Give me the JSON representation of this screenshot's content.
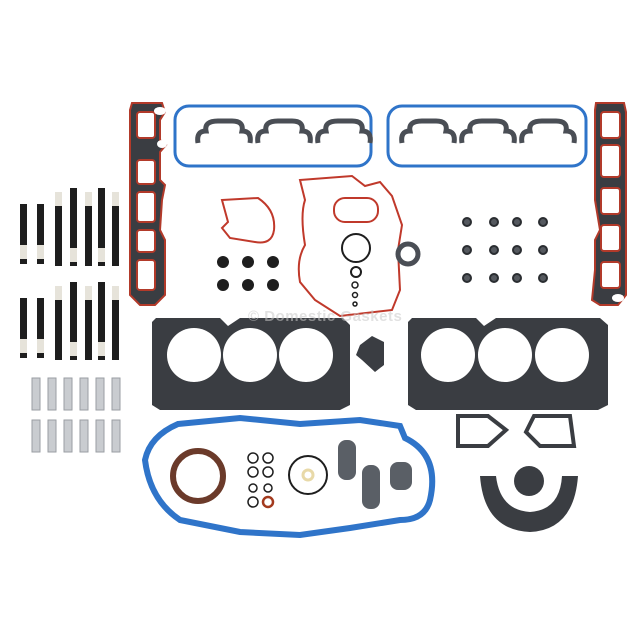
{
  "image": {
    "subject": "Engine full gasket set with head bolts",
    "background": "#ffffff",
    "watermark": "© Domestic Gaskets"
  },
  "colors": {
    "gasket_dark": "#3a3d42",
    "gasket_gray": "#5a5f66",
    "rubber_red": "#c0392b",
    "blue_gasket": "#2f74c9",
    "seal_brown": "#6b3a2a",
    "bolt_black": "#1e1e1e",
    "bolt_silver": "#c9ccd0",
    "thread_white": "#e6e3da"
  },
  "components": {
    "intake_manifold_gaskets": 2,
    "valve_cover_gaskets": 2,
    "exhaust_manifold_gaskets": 6,
    "head_gaskets": 2,
    "head_bolts_long": 14,
    "head_bolts_rows": 2,
    "manifold_bolts": 12,
    "valve_stem_seals": 12,
    "rubber_grommets": 6,
    "oil_pan_gasket": 1,
    "rear_main_seal": 1,
    "timing_cover_gasket": 1
  }
}
